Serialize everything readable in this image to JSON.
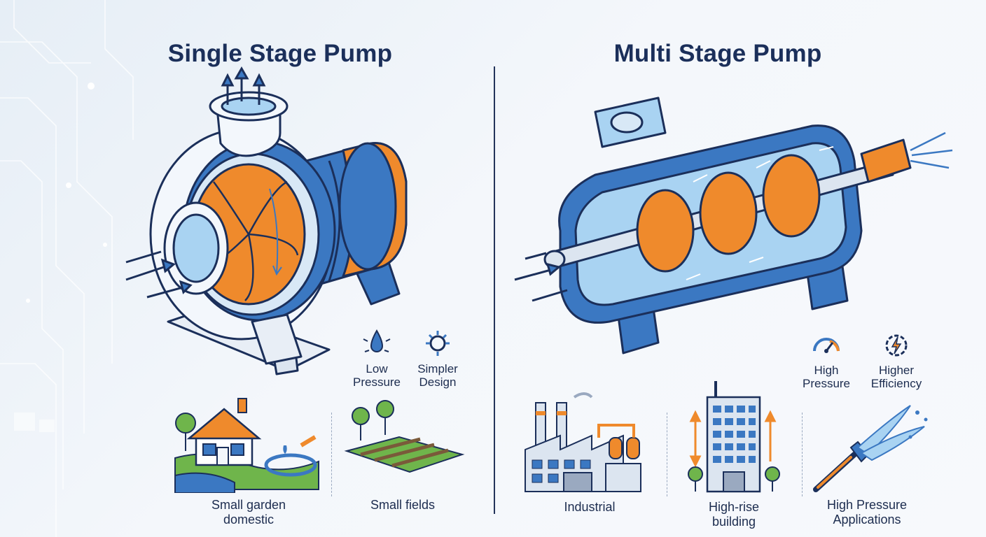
{
  "left": {
    "title": "Single Stage Pump",
    "features": [
      "Low\nPressure",
      "Simpler\nDesign"
    ],
    "uses": [
      "Small garden\ndomestic",
      "Small fields"
    ]
  },
  "right": {
    "title": "Multi Stage Pump",
    "features": [
      "High\nPressure",
      "Higher\nEfficiency"
    ],
    "uses": [
      "Industrial",
      "High-rise\nbuilding",
      "High Pressure\nApplications"
    ]
  },
  "colors": {
    "navy": "#1b2f5a",
    "blue": "#3b78c2",
    "lightBlue": "#a9d3f2",
    "orange": "#ef8a2c",
    "green": "#6fb54b"
  }
}
